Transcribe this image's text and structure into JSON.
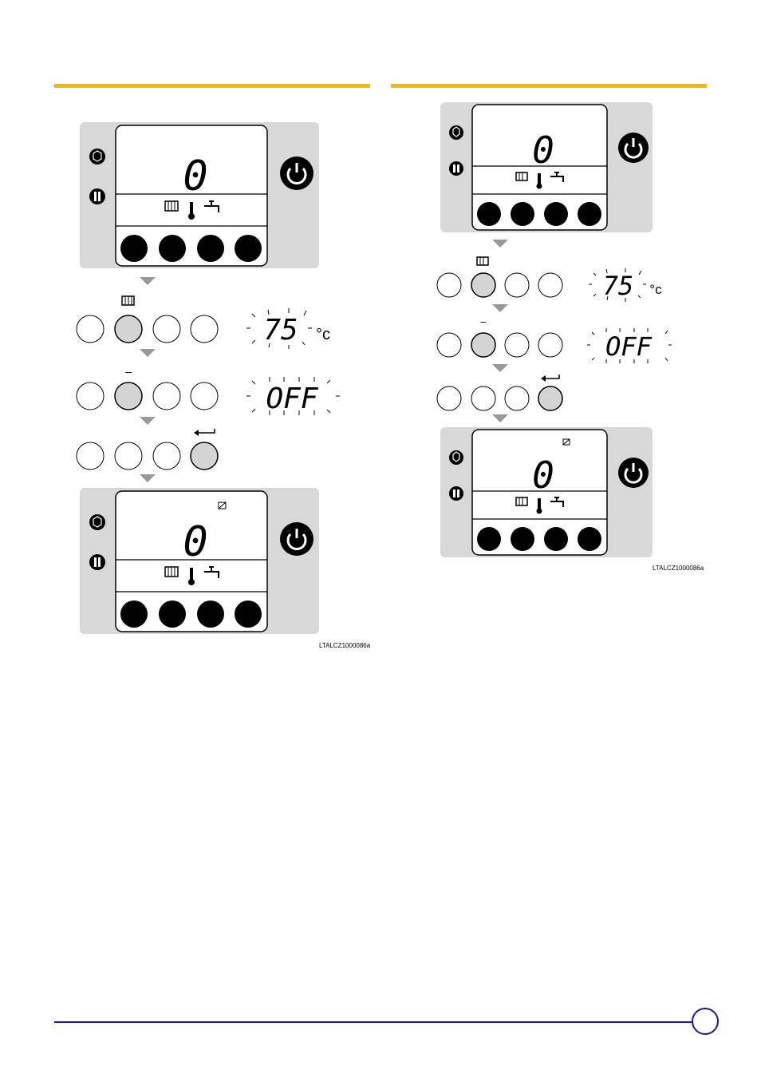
{
  "colors": {
    "accent_rule": "#f5b800",
    "panel_bg": "#d8d8d8",
    "pressed_button": "#d4d4d4",
    "footer_blue": "#1a1aa0"
  },
  "display": {
    "main_value": "0",
    "temperature_value": "75",
    "temperature_unit": "°c",
    "off_text": "OFF",
    "minus_label": "–"
  },
  "icons": {
    "left_top": "heating-mode-icon",
    "left_bottom": "info-icon",
    "power": "power-icon",
    "radiator": "radiator-icon",
    "thermometer": "thermometer-icon",
    "tap": "tap-icon",
    "enter": "enter-arrow-icon",
    "flag": "flag-icon"
  },
  "left_figure": {
    "caption": "LTALCZ1000086a"
  },
  "right_figure": {
    "caption": "LTALCZ1000086a"
  },
  "footer": {
    "page_number": ""
  }
}
